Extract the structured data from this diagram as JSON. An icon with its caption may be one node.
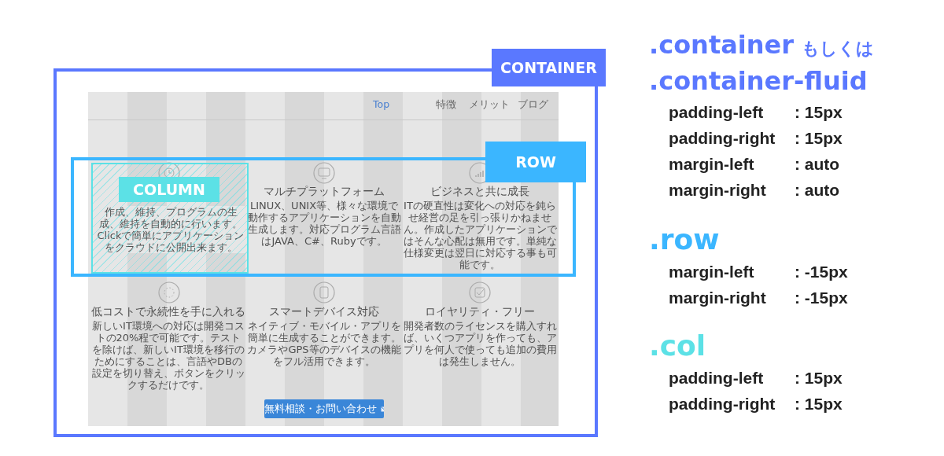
{
  "diagram": {
    "nodes": [
      {
        "text": [
          "CONTAINER"
        ]
      },
      {
        "text": [
          "ROW"
        ],
        "in": 0
      },
      {
        "text": [
          "COLUMN"
        ],
        "in": 1
      },
      {
        "text": [
          "無料相談・お問い合わせ"
        ],
        "in": 0
      }
    ],
    "labels": [
      "Top",
      "特徴",
      "メリット",
      "ブログ",
      "作成、維持、プログラムの生成、維持を自動的に行います。Clickで簡単にアプリケーションをクラウドに公開出来ます。",
      "マルチプラットフォーム",
      "LINUX、UNIX等、様々な環境で動作するアプリケーションを自動生成します。対応プログラム言語はJAVA、C#、Rubyです。",
      "ビジネスと共に成長",
      "ITの硬直性は変化への対応を鈍らせ経営の足を引っ張りかねません。作成したアプリケーションではそんな心配は無用です。単純な仕様変更は翌日に対応する事も可能です。",
      "低コストで永続性を手に入れる",
      "新しいIT環境への対応は開発コストの20%程で可能です。テストを除けば、新しいIT環境を移行のためにすることは、言語やDBの設定を切り替え、ボタンをクリックするだけです。",
      "スマートデバイス対応",
      "ネイティブ・モバイル・アプリを簡単に生成することができます。カメラやGPS等のデバイスの機能をフル活用できます。",
      "ロイヤリティ・フリー",
      "開発者数のライセンスを購入すれば、いくつアプリを作っても、アプリを何人で使っても追加の費用は発生しません。",
      ".container",
      "もしくは",
      ".container-fluid",
      "padding-left",
      ": 15px",
      "padding-right",
      ": 15px",
      "margin-left",
      ": auto",
      "margin-right",
      ": auto",
      ".row",
      "margin-left",
      ": -15px",
      "margin-right",
      ": -15px",
      ".col",
      "padding-left",
      ": 15px",
      "padding-right",
      ": 15px"
    ]
  }
}
